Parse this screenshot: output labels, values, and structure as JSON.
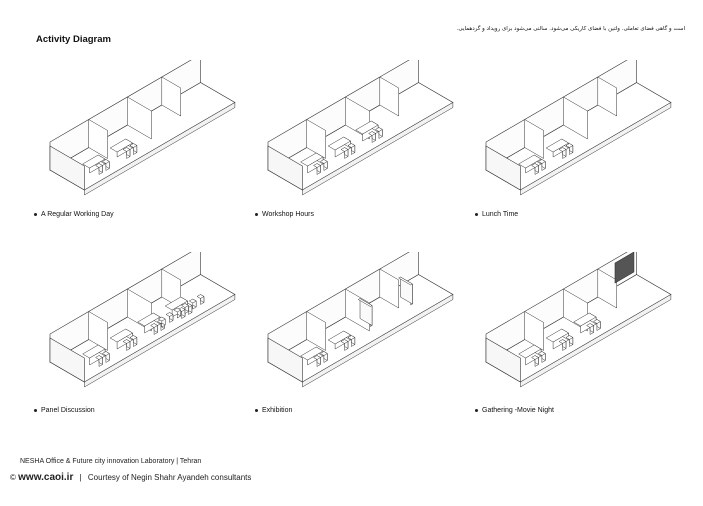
{
  "header": {
    "title": "Activity Diagram",
    "persian_note": "است و گاهی فضای تعاملی. ولتین با فضای کاریکی می‌شود. سالنی می‌شود برای رویداد و گردهمایی."
  },
  "panels": [
    {
      "label": "A Regular Working Day"
    },
    {
      "label": "Workshop Hours"
    },
    {
      "label": "Lunch Time"
    },
    {
      "label": "Panel Discussion"
    },
    {
      "label": "Exhibition"
    },
    {
      "label": "Gathering -Movie Night"
    }
  ],
  "footer": {
    "line1": "NESHA Office & Future city innovation Laboratory  |  Tehran",
    "copyright": "©",
    "site": "www.caoi.ir",
    "separator": "|",
    "credit": "Courtesy of Negin Shahr Ayandeh consultants"
  }
}
